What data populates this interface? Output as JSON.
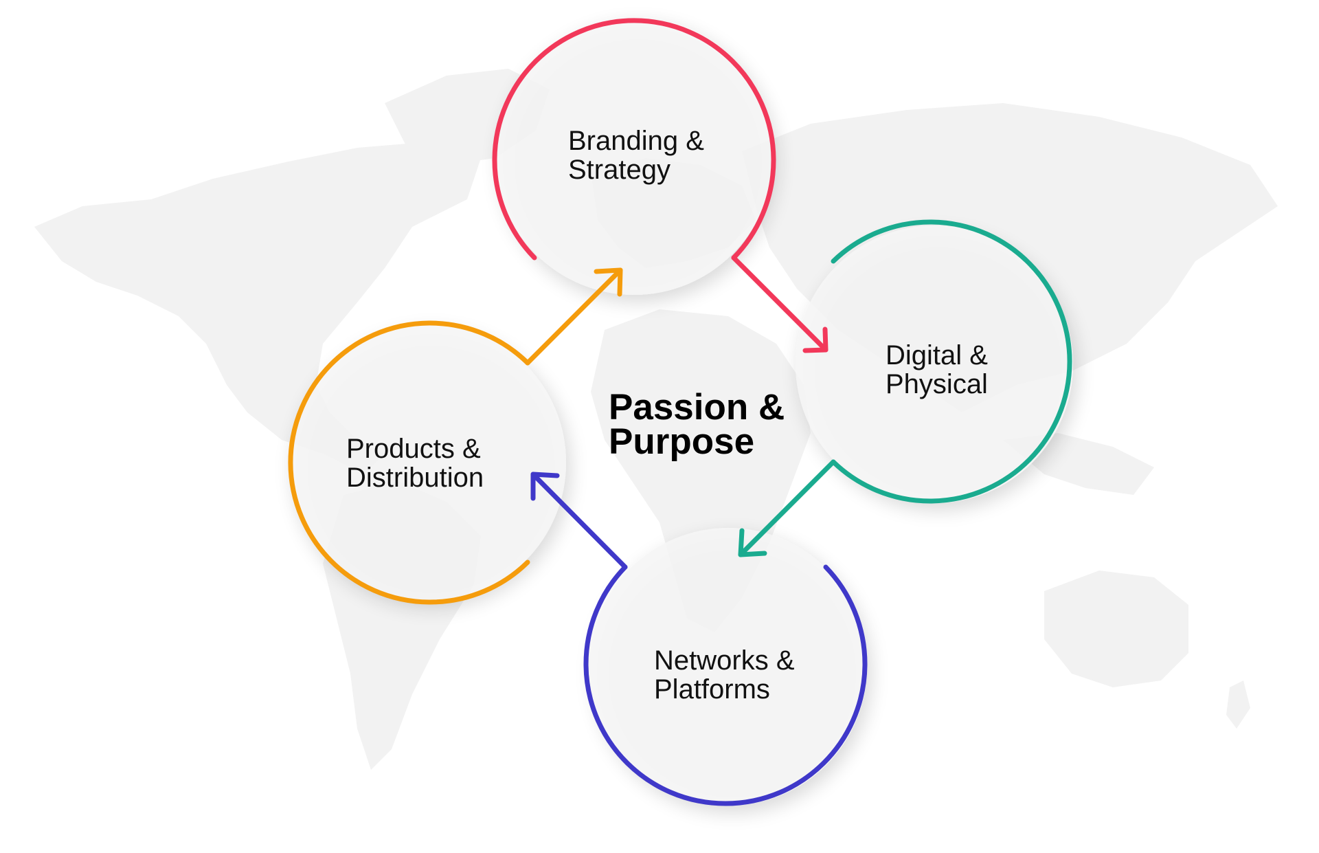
{
  "center": {
    "line1": "Passion &",
    "line2": "Purpose"
  },
  "nodes": [
    {
      "id": "branding",
      "line1": "Branding &",
      "line2": "Strategy",
      "color": "#f2385a"
    },
    {
      "id": "digital",
      "line1": "Digital &",
      "line2": "Physical",
      "color": "#1aab8f"
    },
    {
      "id": "networks",
      "line1": "Networks &",
      "line2": "Platforms",
      "color": "#3f38c9"
    },
    {
      "id": "products",
      "line1": "Products &",
      "line2": "Distribution",
      "color": "#f59c0c"
    }
  ],
  "colors": {
    "background": "#ffffff",
    "map": "#f2f2f2",
    "text": "#111111"
  },
  "icons": [
    "world-map-background",
    "arrow-head-icon"
  ]
}
